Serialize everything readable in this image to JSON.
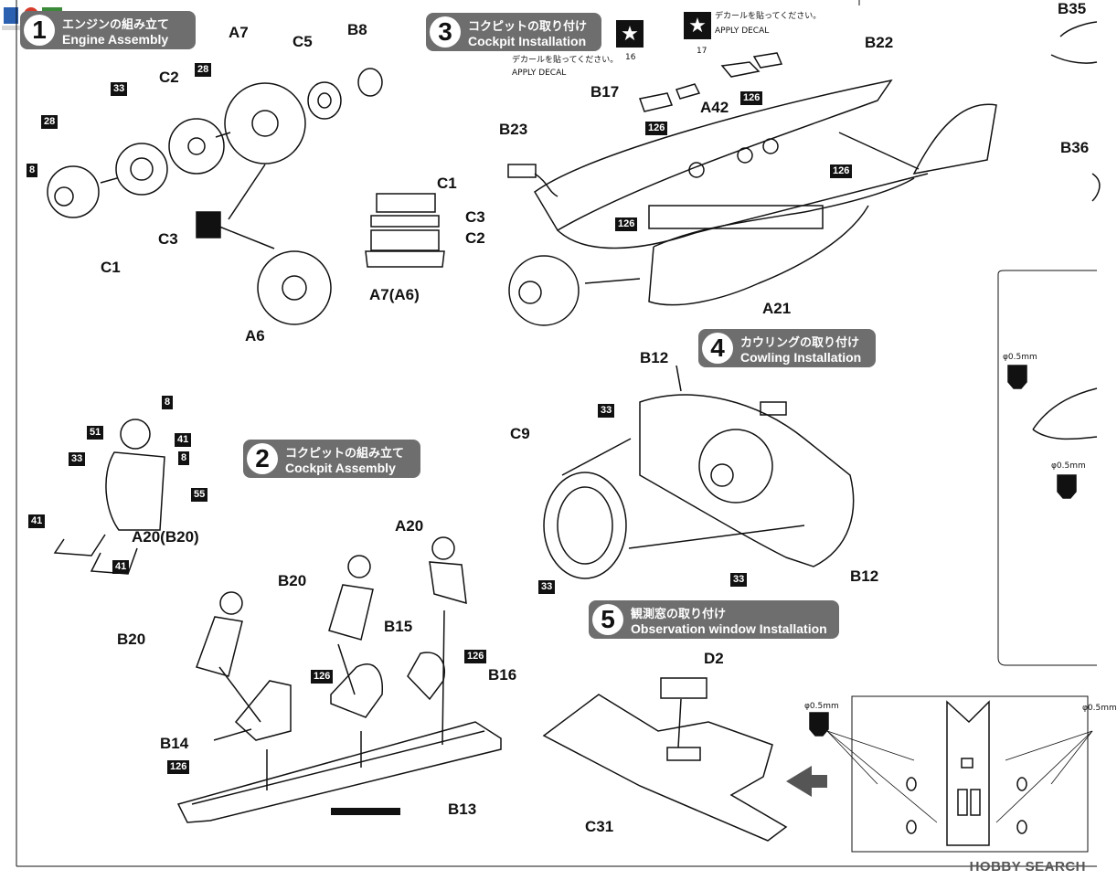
{
  "steps": [
    {
      "num": "1",
      "jp": "エンジンの組み立て",
      "en": "Engine Assembly"
    },
    {
      "num": "2",
      "jp": "コクピットの組み立て",
      "en": "Cockpit Assembly"
    },
    {
      "num": "3",
      "jp": "コクピットの取り付け",
      "en": "Cockpit Installation"
    },
    {
      "num": "4",
      "jp": "カウリングの取り付け",
      "en": "Cowling Installation"
    },
    {
      "num": "5",
      "jp": "観測窓の取り付け",
      "en": "Observation window Installation"
    }
  ],
  "apply_decal": {
    "jp": "デカールを貼ってください。",
    "en": "APPLY DECAL"
  },
  "star_symbol": "★",
  "part_labels": {
    "a7": "A7",
    "c5": "C5",
    "b8": "B8",
    "c2": "C2",
    "c1": "C1",
    "c3": "C3",
    "a6": "A6",
    "c1b": "C1",
    "c3b": "C3",
    "c2b": "C2",
    "a7a6": "A7(A6)",
    "b17": "B17",
    "a42": "A42",
    "b22": "B22",
    "b23": "B23",
    "a21": "A21",
    "b35": "B35",
    "b36": "B36",
    "b12a": "B12",
    "c9": "C9",
    "b12b": "B12",
    "a20b20": "A20(B20)",
    "a20": "A20",
    "b20a": "B20",
    "b20b": "B20",
    "b15": "B15",
    "b16": "B16",
    "b14": "B14",
    "b13": "B13",
    "d2": "D2",
    "c31": "C31"
  },
  "color_tags": {
    "t28a": "28",
    "t28b": "28",
    "t8a": "8",
    "t33a": "33",
    "t16": "16",
    "t17": "17",
    "t126a": "126",
    "t126b": "126",
    "t126c": "126",
    "t126d": "126",
    "t8b": "8",
    "t51": "51",
    "t41a": "41",
    "t33b": "33",
    "t8c": "8",
    "t55": "55",
    "t41b": "41",
    "t41c": "41",
    "t126e": "126",
    "t126f": "126",
    "t126g": "126",
    "t33c": "33",
    "t33d": "33",
    "t33e": "33"
  },
  "drill": {
    "d1": "φ0.5mm",
    "d2": "φ0.5mm",
    "d3": "φ0.5mm",
    "d4": "φ0.5mm"
  },
  "watermark": "HOBBY SEARCH",
  "colors": {
    "header_bg": "#6e6e6e",
    "ink": "#111111",
    "paper": "#ffffff"
  }
}
